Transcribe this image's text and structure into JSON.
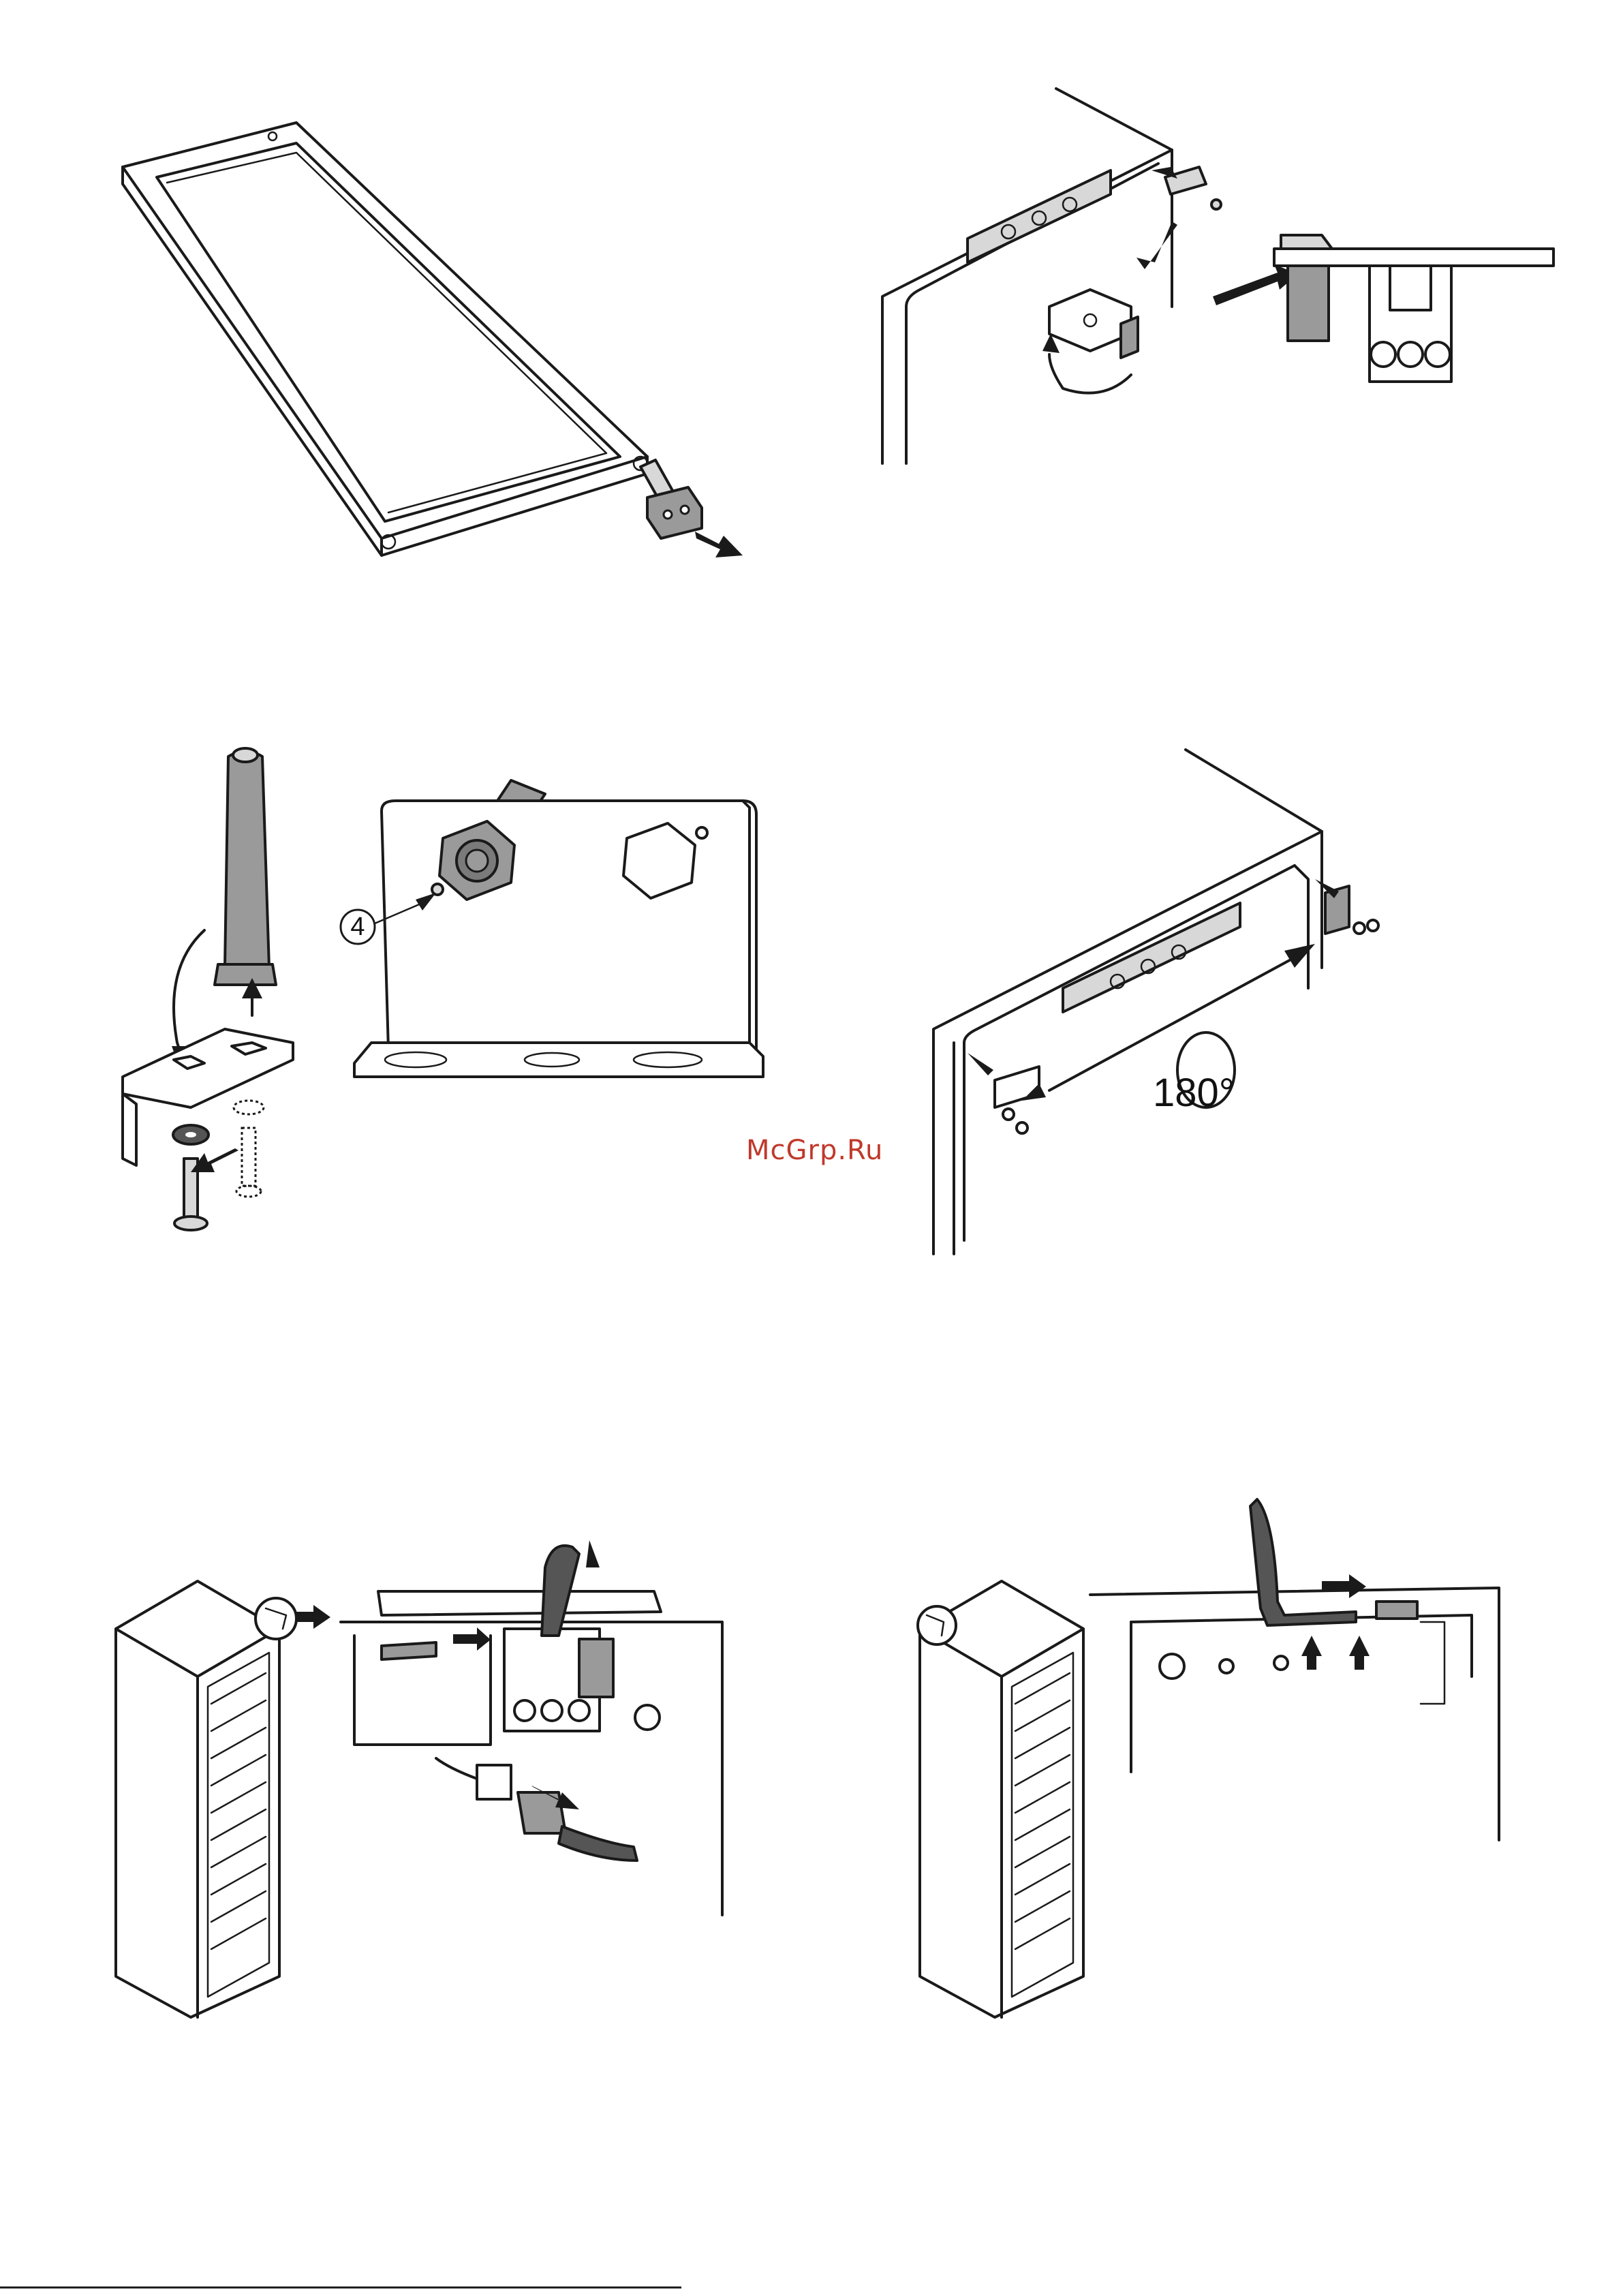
{
  "page": {
    "watermark": "McGrp.Ru",
    "footer_marks": "",
    "colors": {
      "ink": "#1a1a1a",
      "grey_part": "#9a9a9a",
      "watermark": "#c0392b"
    }
  },
  "figures": [
    {
      "id": "fig-door-frame-hinge-removal",
      "label": ""
    },
    {
      "id": "fig-top-hinge-bracket-removal",
      "label": ""
    },
    {
      "id": "fig-hinge-pin-swap",
      "label": ""
    },
    {
      "id": "fig-hinge-plate-detail",
      "callout": "4"
    },
    {
      "id": "fig-hinge-relocation-rotate",
      "angle": "180°"
    },
    {
      "id": "fig-cable-disconnect",
      "label": ""
    },
    {
      "id": "fig-cable-reconnect",
      "label": ""
    }
  ]
}
